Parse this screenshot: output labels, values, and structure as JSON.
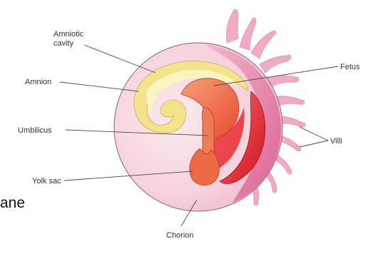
{
  "diagram": {
    "labels": {
      "amniotic_cavity_line1": "Amniotic",
      "amniotic_cavity_line2": "cavity",
      "amnion": "Amnion",
      "umbilicus": "Umbilicus",
      "yolk_sac": "Yolk sac",
      "chorion": "Chorion",
      "fetus": "Fetus",
      "villi": "Villi"
    },
    "cut_off_text": "ane"
  },
  "colors": {
    "chorion_fill": "#f3c9d6",
    "chorion_edge": "#e38fb0",
    "villi": "#f0a7c4",
    "amnion": "#f3e48c",
    "amnion_inner": "#fbf4c6",
    "fetus": "#ef6c4c",
    "yolk_sac": "#ef6a48",
    "placenta": "#e8303a"
  }
}
